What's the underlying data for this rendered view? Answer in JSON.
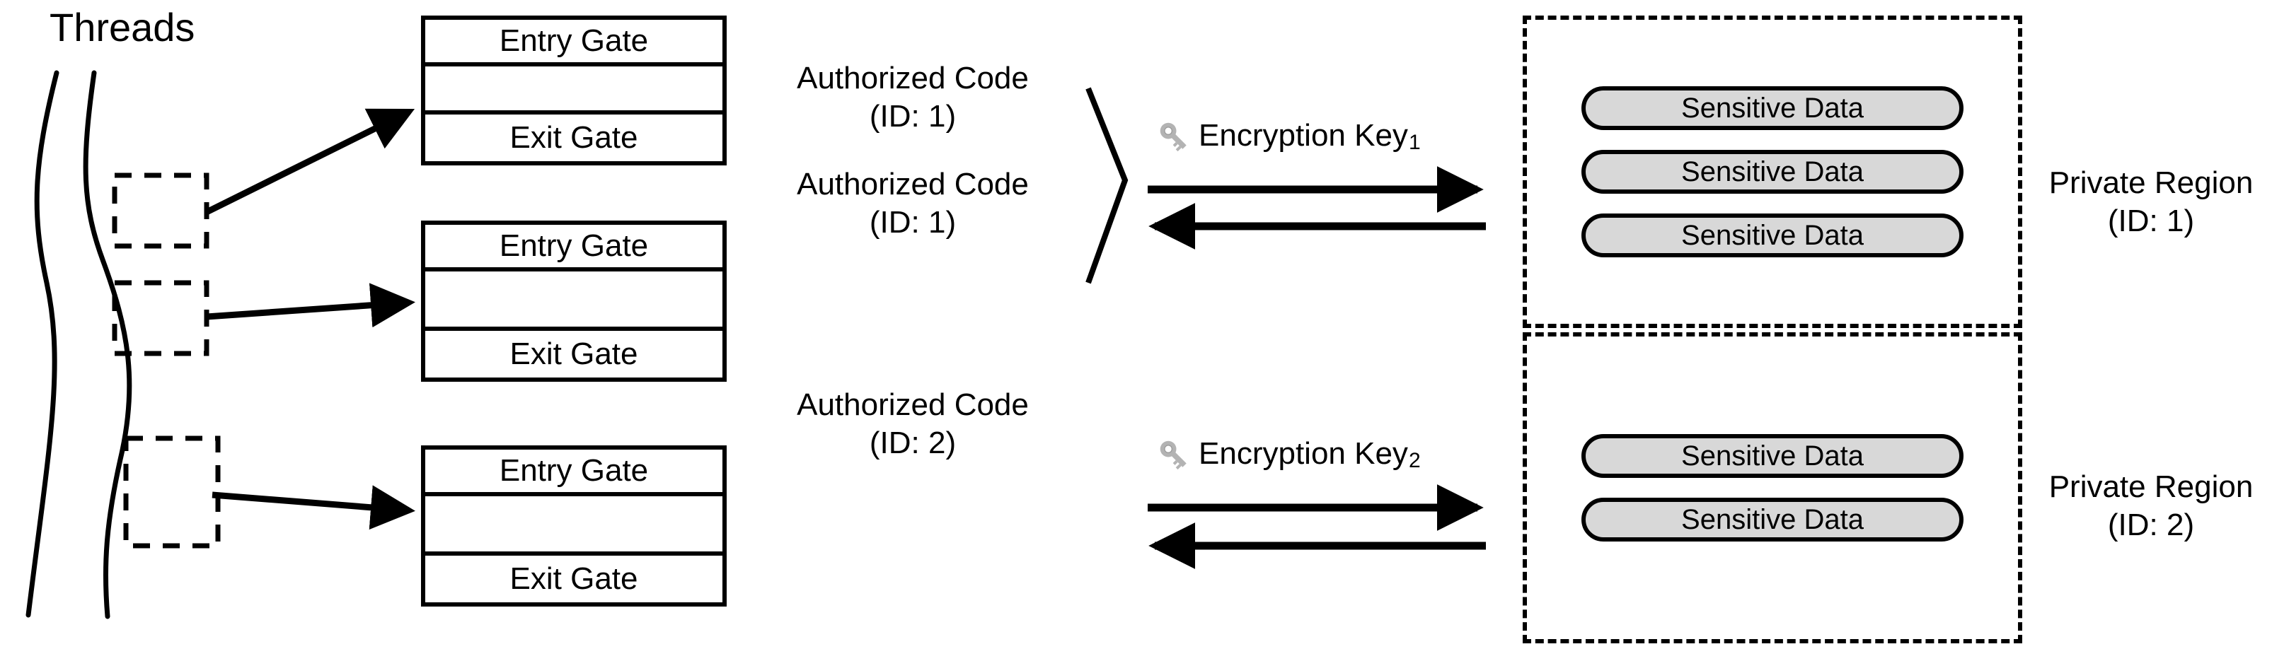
{
  "diagram": {
    "title_threads": "Threads",
    "gate_boxes": [
      {
        "entry": "Entry Gate",
        "exit": "Exit Gate"
      },
      {
        "entry": "Entry Gate",
        "exit": "Exit Gate"
      },
      {
        "entry": "Entry Gate",
        "exit": "Exit Gate"
      }
    ],
    "authorized_codes": [
      {
        "line1": "Authorized Code",
        "line2": "(ID: 1)"
      },
      {
        "line1": "Authorized Code",
        "line2": "(ID: 1)"
      },
      {
        "line1": "Authorized Code",
        "line2": "(ID: 2)"
      }
    ],
    "encryption_keys": [
      {
        "icon": "key-icon",
        "text": "Encryption Key",
        "subscript": "1"
      },
      {
        "icon": "key-icon",
        "text": "Encryption Key",
        "subscript": "2"
      }
    ],
    "private_regions": [
      {
        "label_line1": "Private Region",
        "label_line2": "(ID: 1)",
        "items": [
          "Sensitive Data",
          "Sensitive Data",
          "Sensitive Data"
        ]
      },
      {
        "label_line1": "Private Region",
        "label_line2": "(ID: 2)",
        "items": [
          "Sensitive Data",
          "Sensitive Data"
        ]
      }
    ],
    "colors": {
      "stroke": "#000000",
      "pill_fill": "#d8d8d8",
      "key_icon": "#b0b0b0",
      "background": "#ffffff"
    }
  }
}
